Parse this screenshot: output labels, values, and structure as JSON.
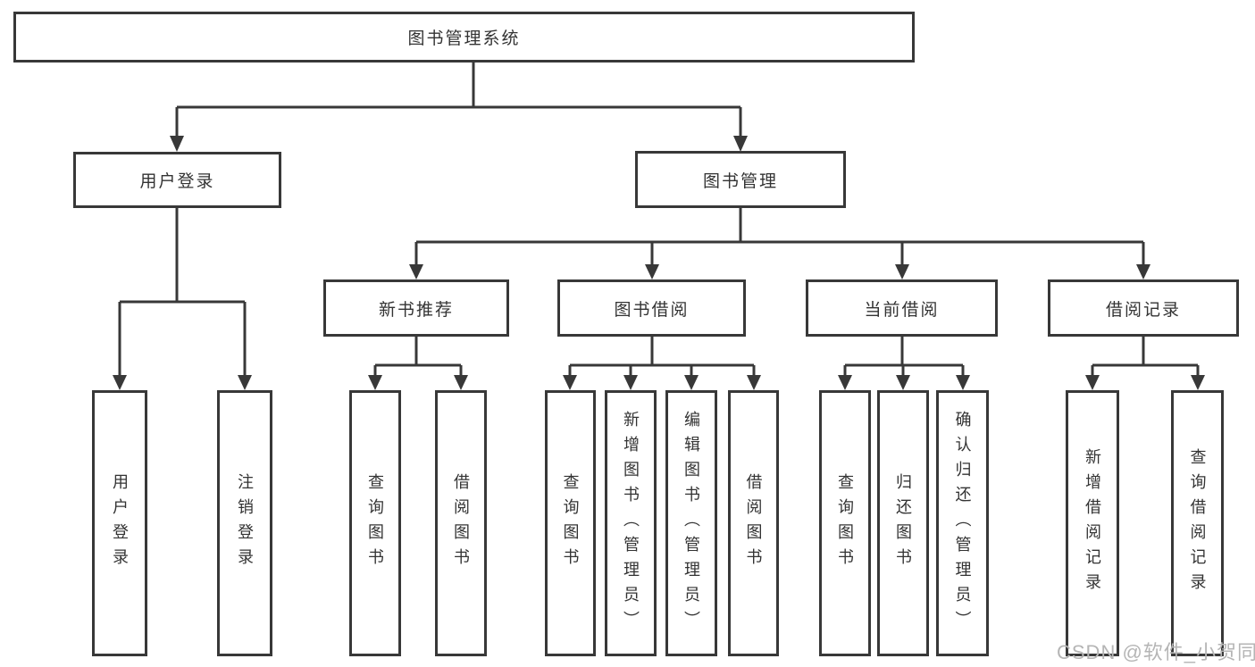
{
  "tree": {
    "root": "图书管理系统",
    "level2": [
      "用户登录",
      "图书管理"
    ],
    "level3": [
      "新书推荐",
      "图书借阅",
      "当前借阅",
      "借阅记录"
    ],
    "leaves_user_login": [
      "用户登录",
      "注销登录"
    ],
    "leaves_new_book": [
      "查询图书",
      "借阅图书"
    ],
    "leaves_book_borrow": [
      "查询图书",
      "新增图书（管理员）",
      "编辑图书（管理员）",
      "借阅图书"
    ],
    "leaves_current_borrow": [
      "查询图书",
      "归还图书",
      "确认归还（管理员）"
    ],
    "leaves_borrow_records": [
      "新增借阅记录",
      "查询借阅记录"
    ]
  },
  "watermark": "CSDN @软件_小贺同学",
  "colors": {
    "line": "#383838",
    "text": "#333333",
    "watermark": "#b5b5b5",
    "background": "#ffffff"
  }
}
